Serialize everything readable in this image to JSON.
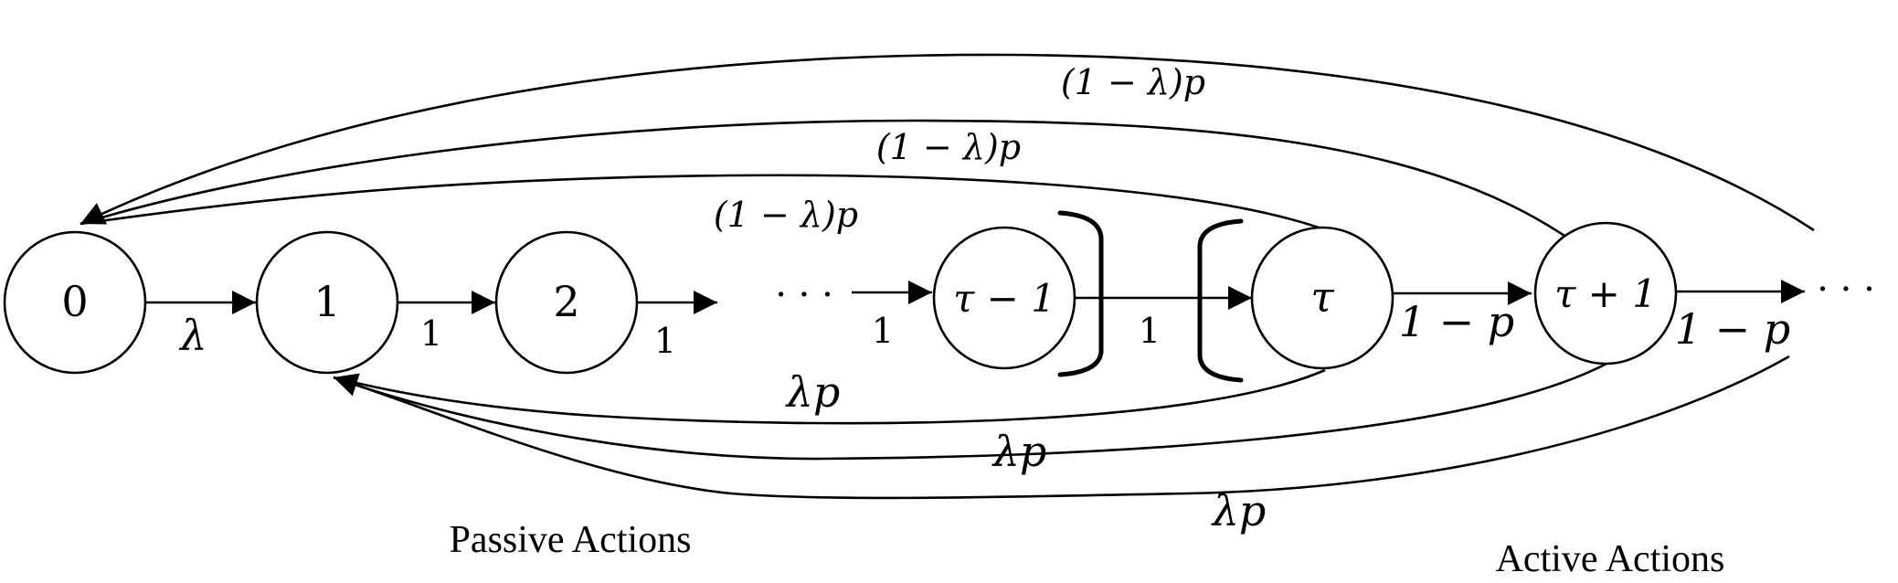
{
  "nodes": {
    "n0": "0",
    "n1": "1",
    "n2": "2",
    "tau_minus_1": "τ − 1",
    "tau": "τ",
    "tau_plus_1": "τ + 1"
  },
  "ellipsis_middle": "· · ·",
  "ellipsis_right": "· · ·",
  "edge_labels": {
    "zero_to_one": "λ",
    "one_to_two": "1",
    "two_to_dots": "1",
    "dots_to_tau_minus_1": "1",
    "tau_minus_1_to_tau": "1",
    "tau_to_tau_plus_1": "1 − p",
    "tau_plus_1_to_dots": "1 − p",
    "reset_zero_outer": "(1 − λ)p",
    "reset_zero_middle": "(1 − λ)p",
    "reset_zero_inner": "(1 − λ)p",
    "reset_one_inner": "λp",
    "reset_one_middle": "λp",
    "reset_one_outer": "λp"
  },
  "captions": {
    "passive": "Passive Actions",
    "active": "Active Actions"
  }
}
